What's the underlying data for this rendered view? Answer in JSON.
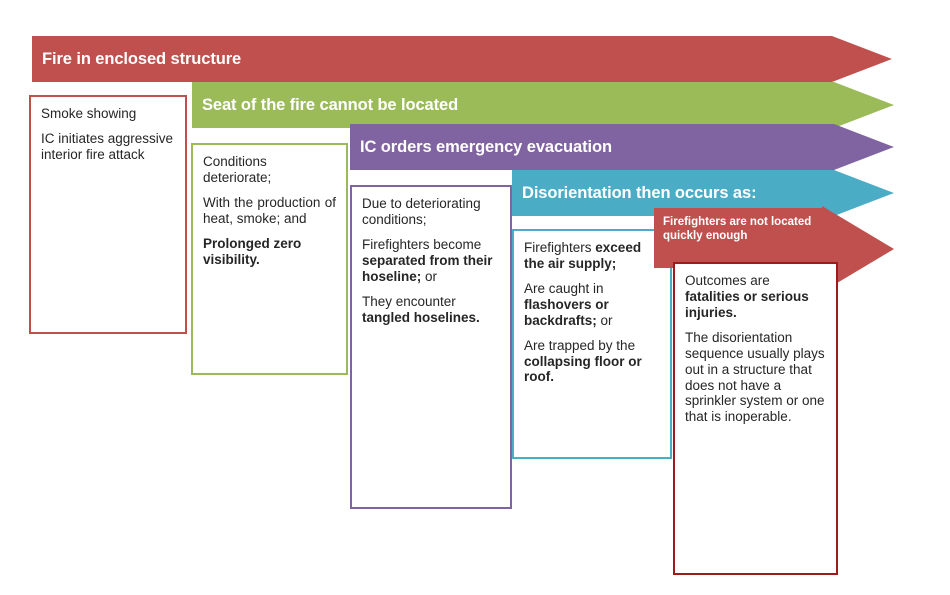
{
  "diagram": {
    "title": "Fire disorientation sequence",
    "colors": {
      "red": "#C0504D",
      "green": "#9BBB59",
      "purple": "#8064A2",
      "teal": "#4BACC6",
      "dark_red_outline": "#9E1B1B",
      "text": "#262626"
    },
    "stages": [
      {
        "id": "stage-1",
        "banner": "Fire in enclosed structure",
        "color": "#C0504D",
        "paragraphs": [
          [
            {
              "t": "Smoke  showing",
              "b": false
            }
          ],
          [
            {
              "t": "IC initiates aggressive interior fire attack",
              "b": false
            }
          ]
        ]
      },
      {
        "id": "stage-2",
        "banner": "Seat of the fire cannot be located",
        "color": "#9BBB59",
        "paragraphs": [
          [
            {
              "t": "Conditions deteriorate;",
              "b": false
            }
          ],
          [
            {
              "t": "With the production of heat, smoke; and",
              "b": false
            }
          ],
          [
            {
              "t": "Prolonged zero visibility.",
              "b": true
            }
          ]
        ]
      },
      {
        "id": "stage-3",
        "banner": "IC orders emergency evacuation",
        "color": "#8064A2",
        "paragraphs": [
          [
            {
              "t": "Due to deteriorating conditions;",
              "b": false
            }
          ],
          [
            {
              "t": "Firefighters become ",
              "b": false
            },
            {
              "t": "separated from their hoseline;",
              "b": true
            },
            {
              "t": " or",
              "b": false
            }
          ],
          [
            {
              "t": "They encounter ",
              "b": false
            },
            {
              "t": "tangled hoselines.",
              "b": true
            }
          ]
        ]
      },
      {
        "id": "stage-4",
        "banner": "Disorientation then occurs  as:",
        "color": "#4BACC6",
        "paragraphs": [
          [
            {
              "t": "Firefighters ",
              "b": false
            },
            {
              "t": "exceed the air supply;",
              "b": true
            }
          ],
          [
            {
              "t": "Are caught in ",
              "b": false
            },
            {
              "t": "flashovers or backdrafts;",
              "b": true
            },
            {
              "t": " or",
              "b": false
            }
          ],
          [
            {
              "t": "Are trapped by the ",
              "b": false
            },
            {
              "t": "collapsing floor or roof.",
              "b": true
            }
          ]
        ]
      },
      {
        "id": "stage-5",
        "banner": "Firefighters are not located quickly enough",
        "color": "#C0504D",
        "paragraphs": [
          [
            {
              "t": "Outcomes are ",
              "b": false
            },
            {
              "t": "fatalities or serious injuries.",
              "b": true
            }
          ],
          [
            {
              "t": "The disorientation sequence usually plays out in a structure that does not have a sprinkler system or one that is inoperable.",
              "b": false
            }
          ]
        ]
      }
    ]
  }
}
